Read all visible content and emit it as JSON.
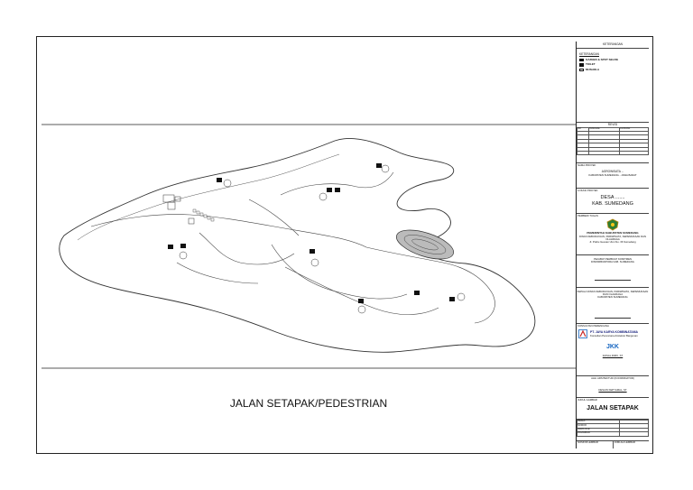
{
  "drawing": {
    "caption": "JALAN SETAPAK/PEDESTRIAN"
  },
  "titlebar": {
    "header": "KETERANGAN",
    "legend_title": "KETERANGAN",
    "legend_items": [
      {
        "label": "GAZEBO & SPOT SELFIE",
        "icon": "filled-square"
      },
      {
        "label": "TOILET",
        "icon": "filled-square"
      },
      {
        "label": "MUSHOLA",
        "icon": "outlined-square"
      }
    ],
    "revisi_title": "REVISI",
    "revisi_cols": [
      "NO",
      "TANGGAL",
      "CATATAN"
    ],
    "nama_proyek_label": "NAMA PROYEK",
    "nama_proyek": "AGROWISATA ...",
    "nama_proyek_loc": "KABUPATEN SUMEDANG - JAWA BARAT",
    "lokasi_label": "LOKASI PROYEK",
    "lokasi_desa": "DESA .......",
    "lokasi_kab": "KAB. SUMEDANG",
    "pemberi_label": "PEMBERI TUGAS",
    "pemberi_org": "PEMERINTAH KABUPATEN SUMEDANG",
    "pemberi_dinas": "DINAS KEBUDAYAAN, PARIWISATA, KEPEMUDAAN DAN OLAHRAGA",
    "pemberi_addr": "Jl. Prabu Geusan Ulun No. 36 Sumedang",
    "ppk_title": "PEJABAT PEMBUAT KOMITMEN",
    "ppk_dinas": "DISPARBUDPORA KAB. SUMEDANG",
    "kadis_title": "KEPALA DINAS KEBUDAYAAN, PARIWISATA, KEPEMUDAAN",
    "kadis_sub": "DAN OLAHRAGA",
    "kadis_kab": "KABUPATEN SUMEDANG",
    "konsultan_label": "KONSULTAN PERENCANA",
    "konsultan_name": "PT. JAYA KARYA KOMBINATAMA",
    "konsultan_sub": "Konsultan Perencana Arsitektur Bangunan",
    "ta_label": "JKK",
    "direktur_name": "FAISAL RIZKI, ST",
    "ahli_title": "AHLI ARSITEKTUR (KOORDINATOR)",
    "desain_name": "DESAIN KEPYAMAL, ST",
    "judul_label": "JUDUL GAMBAR",
    "judul": "JALAN SETAPAK",
    "info_rows": [
      "SKALA",
      "NOMOR",
      "NAMA FILE",
      "DIGAMBAR"
    ],
    "footer_left": "NOMOR LEMBAR",
    "footer_right": "JUMLAH LEMBAR"
  }
}
